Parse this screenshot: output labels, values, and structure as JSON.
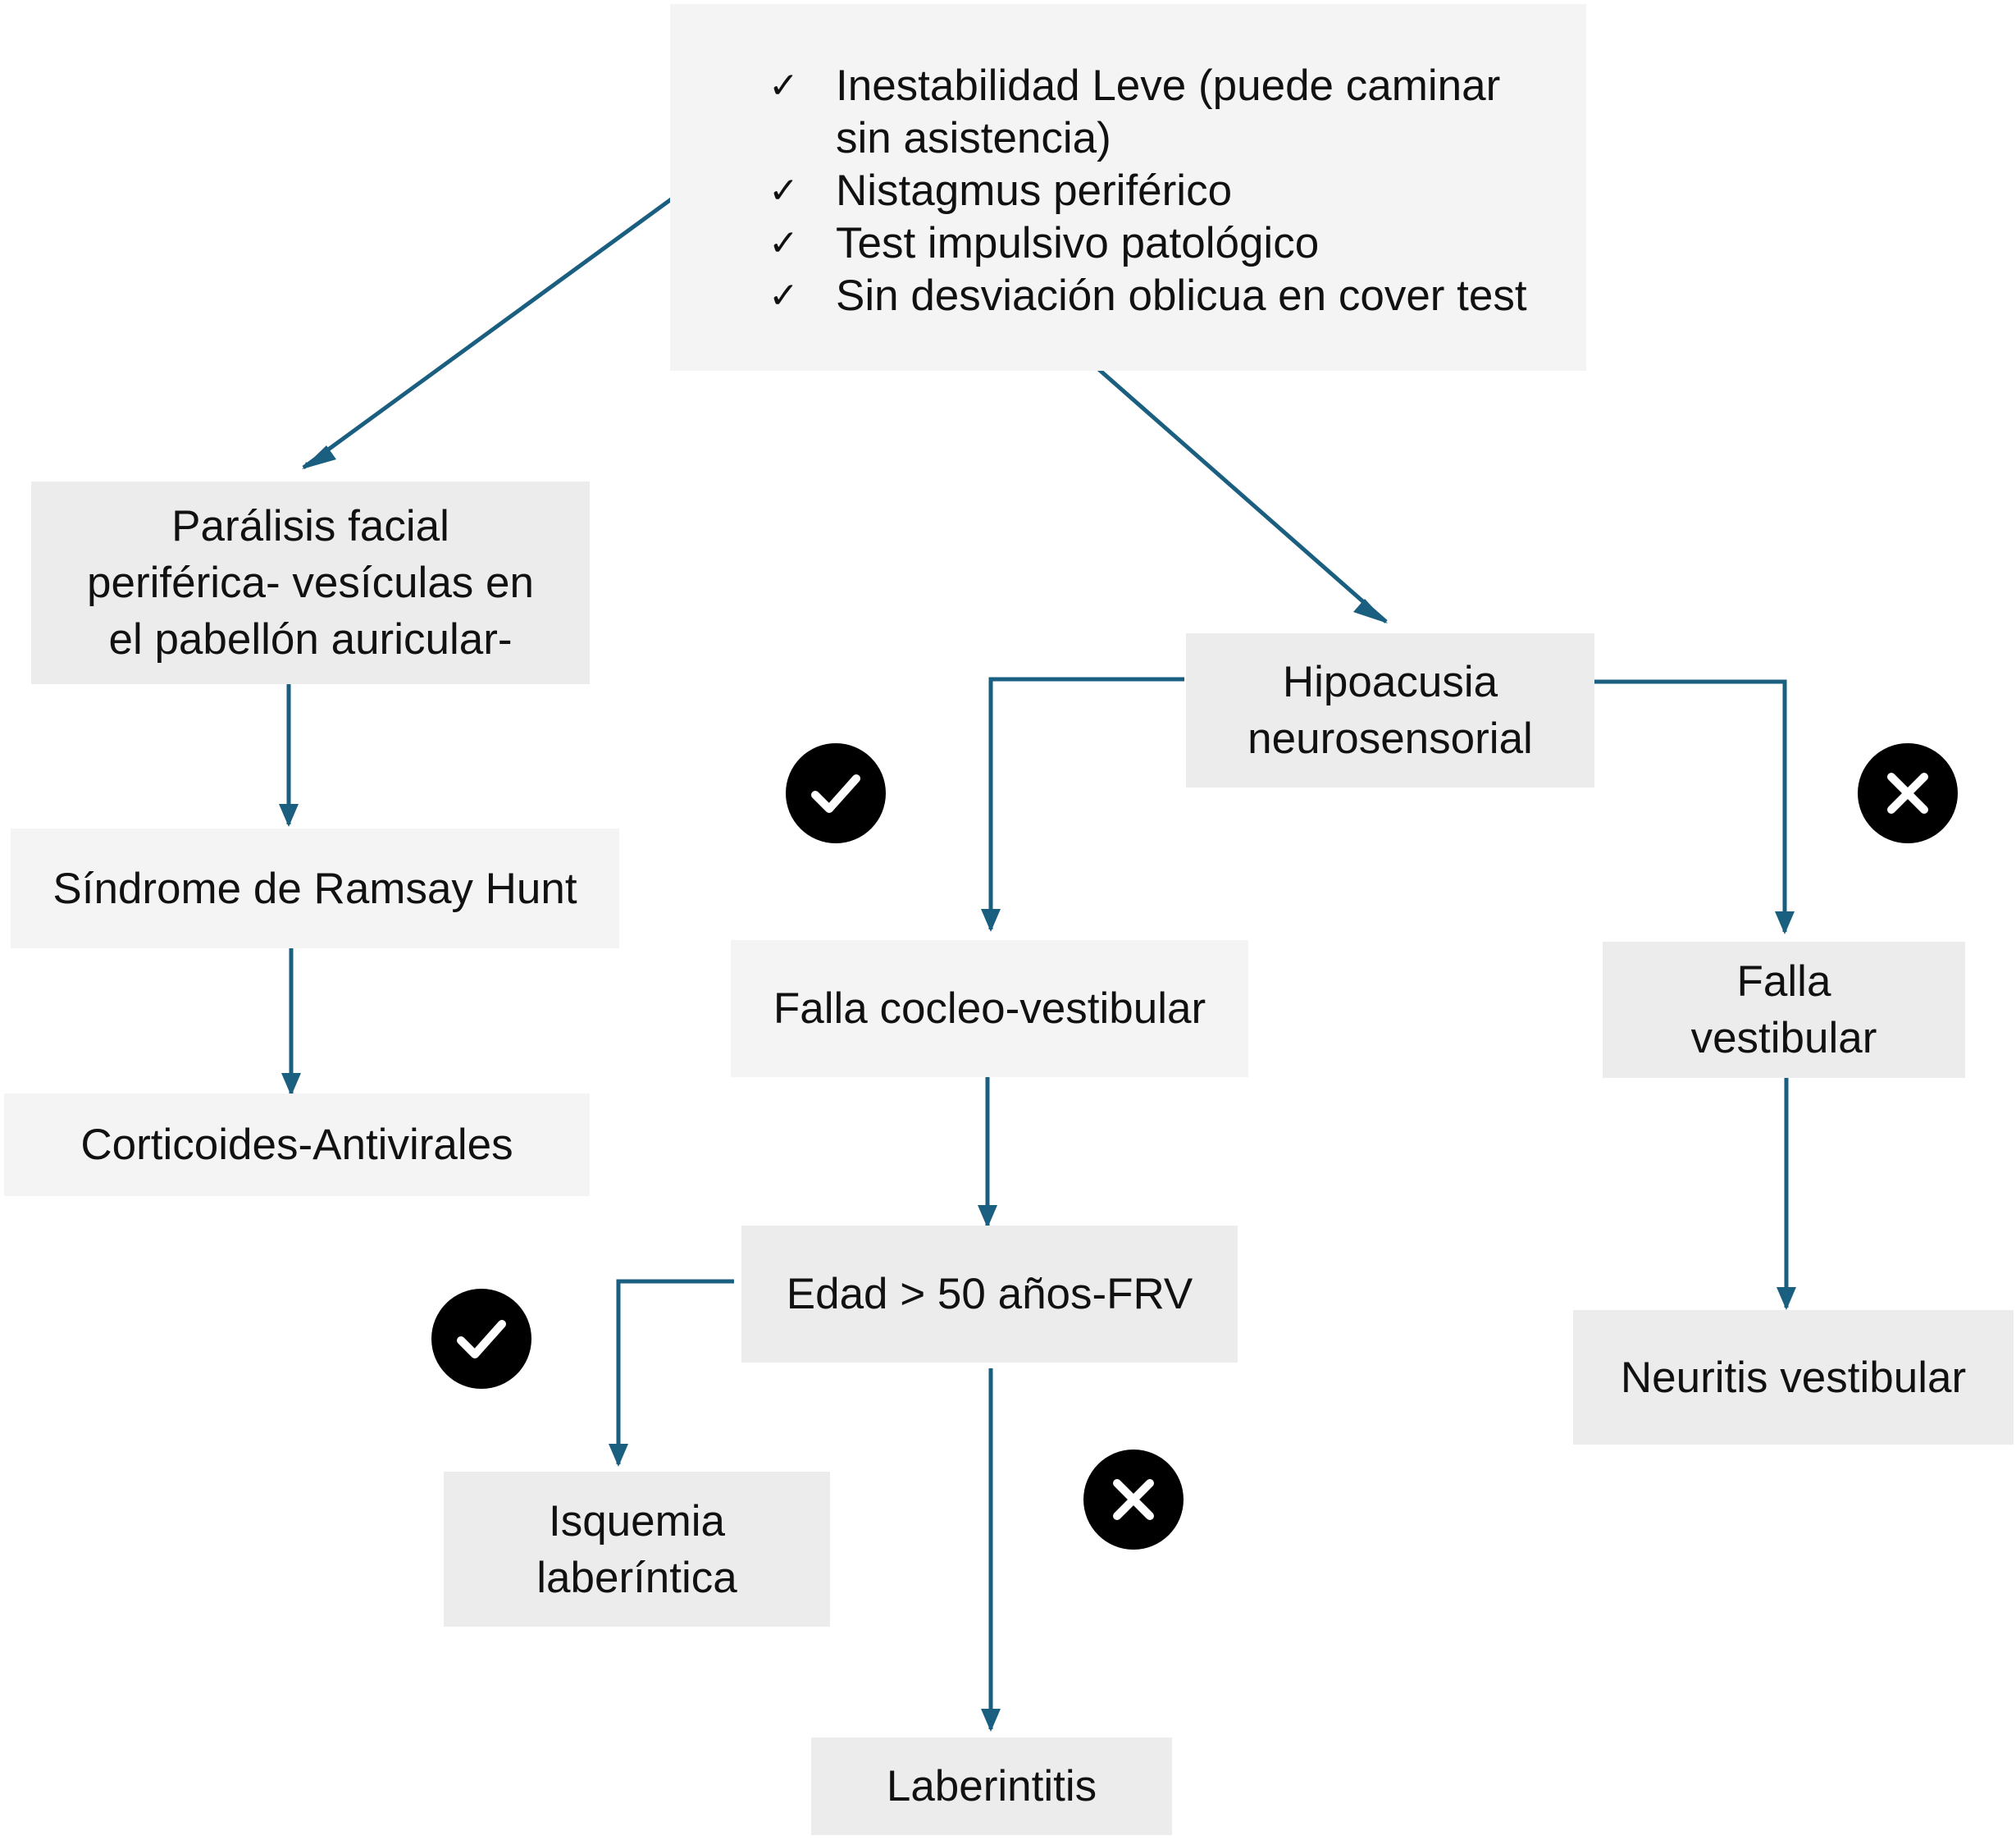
{
  "colors": {
    "arrow": "#1a5e80",
    "box_dark": "#ececec",
    "box_light": "#f4f4f4",
    "badge": "#000000"
  },
  "top": {
    "items": [
      {
        "mark": "✓",
        "text": [
          "Inestabilidad Leve (puede caminar",
          "sin asistencia)"
        ]
      },
      {
        "mark": "✓",
        "text": [
          "Nistagmus periférico"
        ]
      },
      {
        "mark": "✓",
        "text": [
          "Test impulsivo patológico"
        ]
      },
      {
        "mark": "✓",
        "text": [
          "Sin desviación oblicua en cover test"
        ]
      }
    ]
  },
  "paralisis": [
    "Parálisis facial",
    "periférica- vesículas en",
    "el pabellón auricular-"
  ],
  "ramsay": [
    "Síndrome de Ramsay Hunt"
  ],
  "corticoides": [
    "Corticoides-Antivirales"
  ],
  "hipoacusia": [
    "Hipoacusia",
    "neurosensorial"
  ],
  "coclear": [
    "Falla cocleo-vestibular"
  ],
  "vestibular": [
    "Falla",
    "vestibular"
  ],
  "edad": [
    "Edad > 50 años-FRV"
  ],
  "isquemia": [
    "Isquemia",
    "laberíntica"
  ],
  "laberintitis": [
    "Laberintitis"
  ],
  "neuritis": [
    "Neuritis vestibular"
  ],
  "badges": {
    "hipoacusia_yes": "check-icon",
    "hipoacusia_no": "x-icon",
    "edad_yes": "check-icon",
    "edad_no": "x-icon"
  }
}
